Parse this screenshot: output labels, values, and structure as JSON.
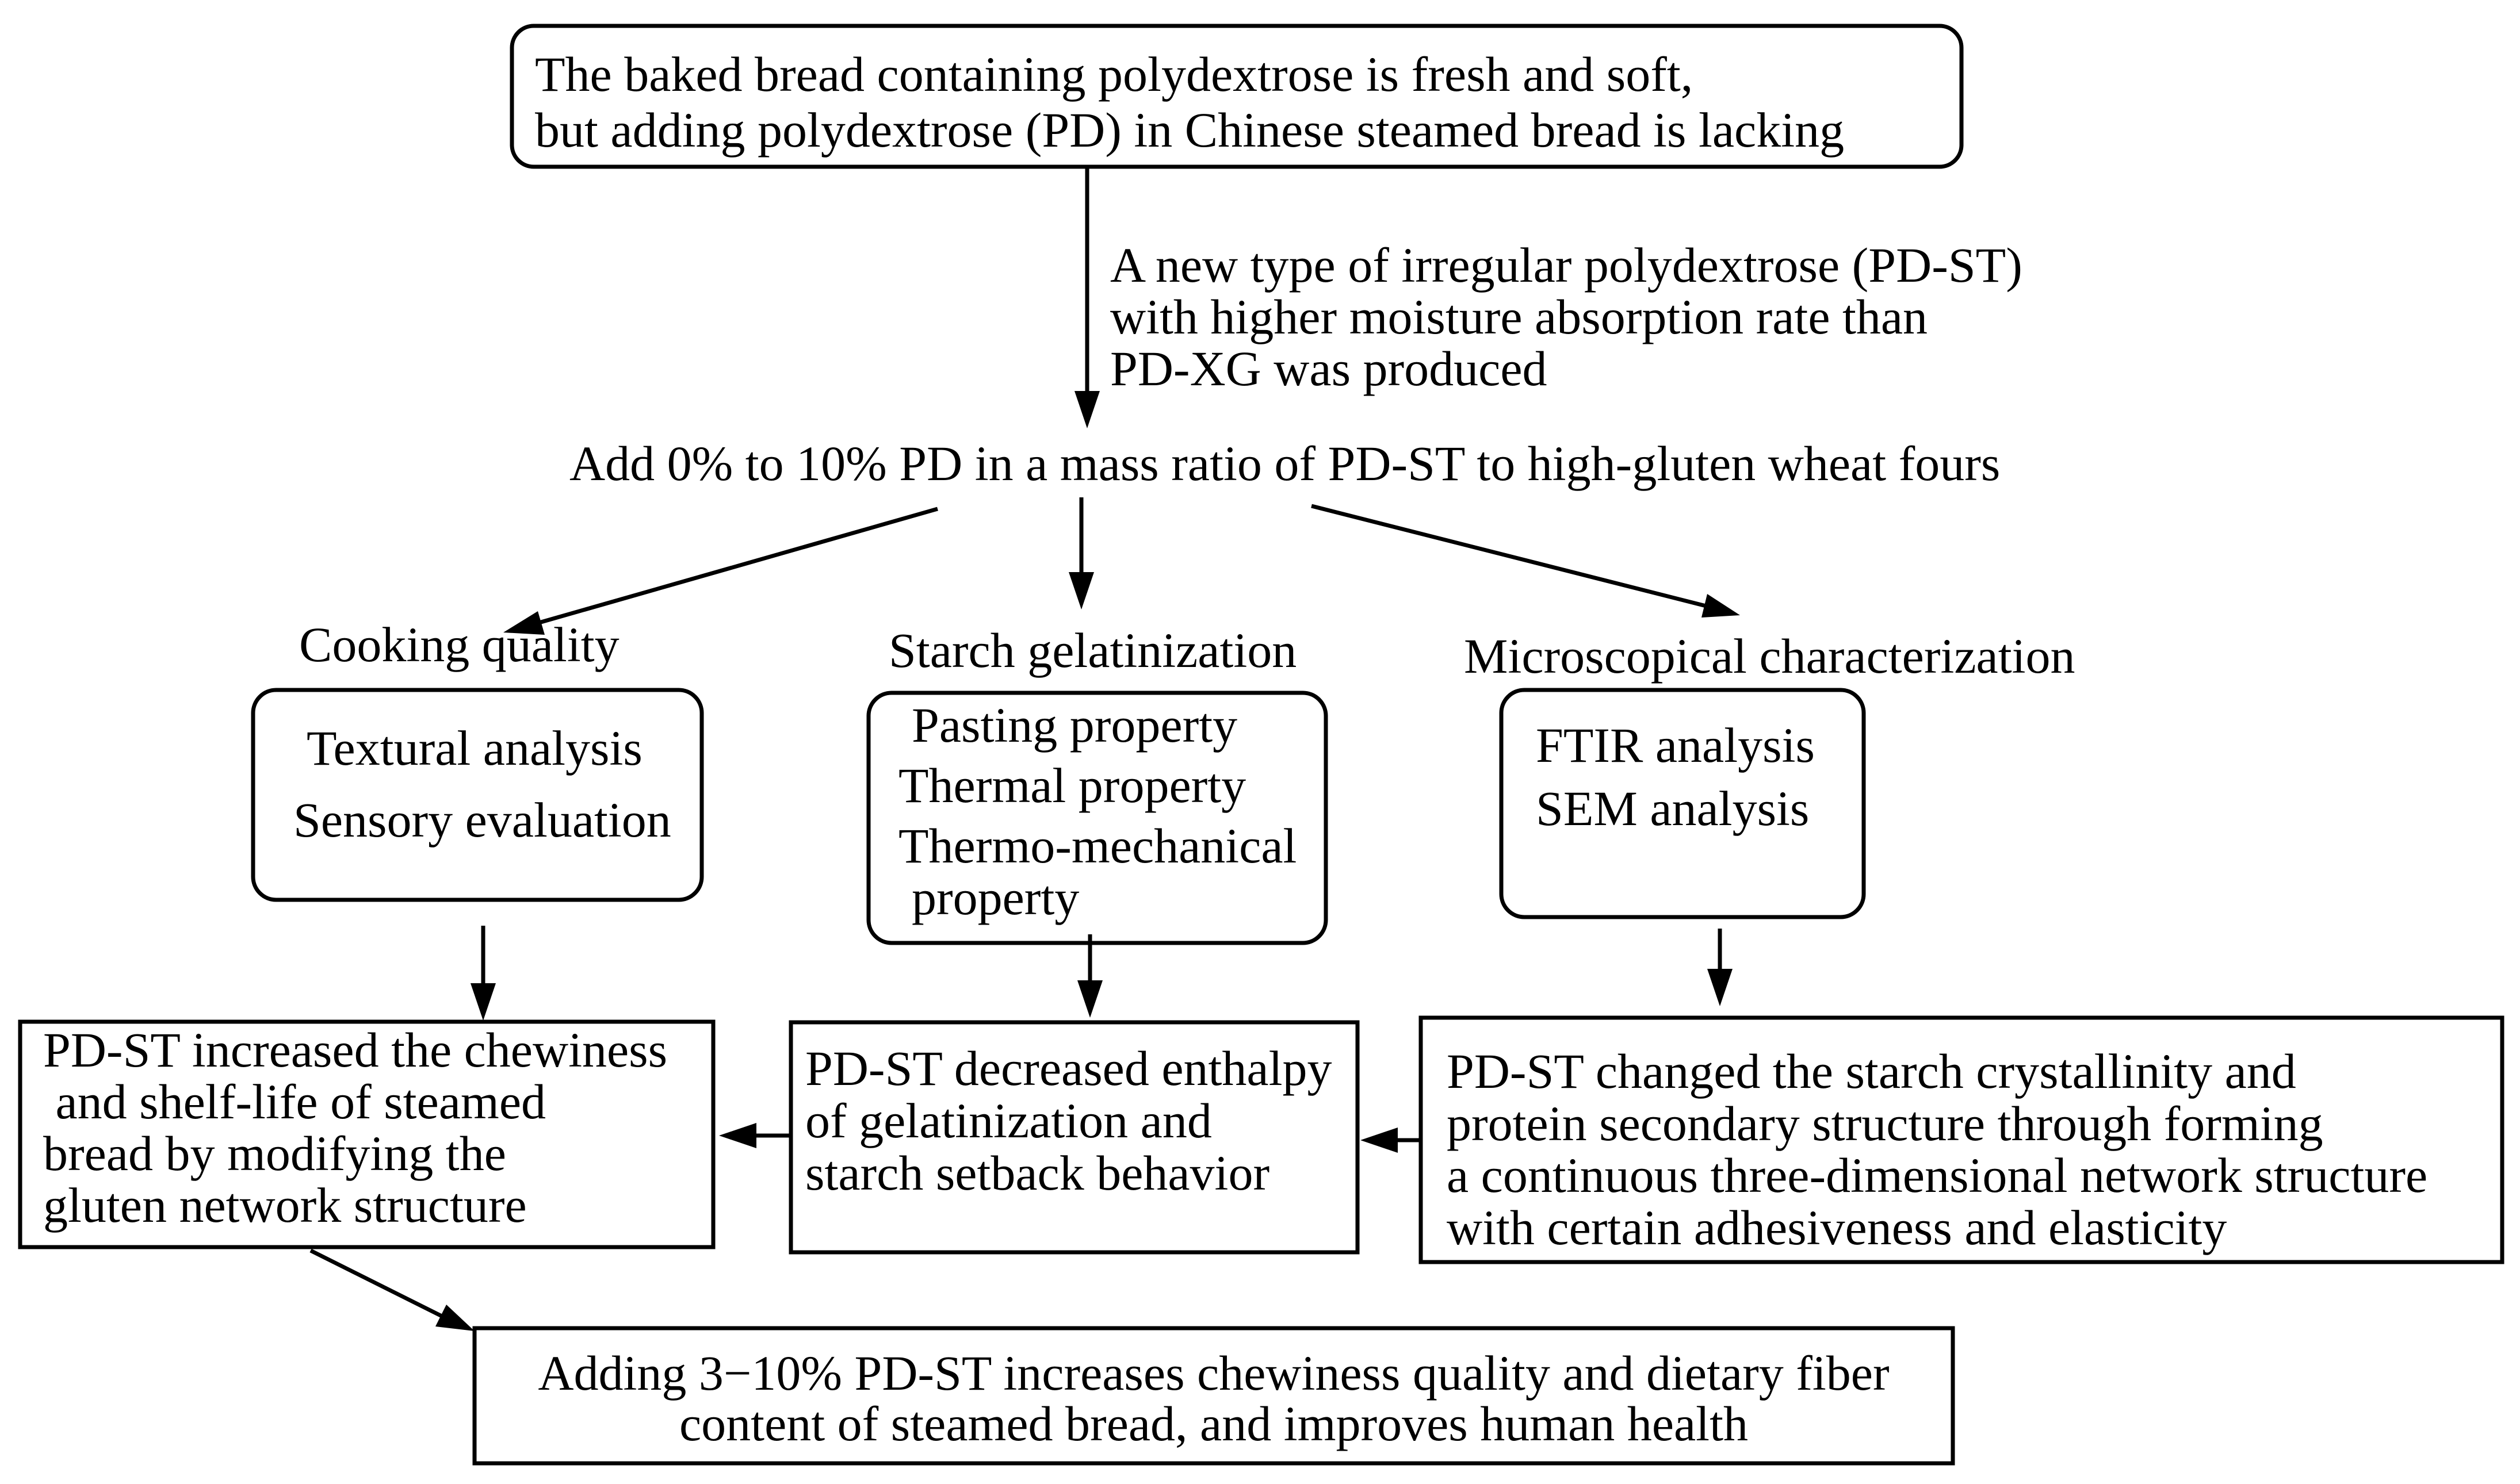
{
  "colors": {
    "ink": "#000000",
    "background": "#ffffff"
  },
  "top_box": {
    "lines": [
      "The baked bread containing polydextrose is fresh and soft,",
      "but adding polydextrose (PD) in Chinese steamed bread is lacking"
    ]
  },
  "arrow_note": {
    "lines": [
      "A new type of irregular polydextrose (PD-ST)",
      "with higher moisture absorption rate than",
      "PD-XG was produced"
    ]
  },
  "method_text": "Add 0% to 10% PD in a mass ratio of PD-ST to high-gluten wheat fours",
  "branches": [
    {
      "title": "Cooking quality",
      "items": [
        "Textural analysis",
        "Sensory evaluation"
      ]
    },
    {
      "title": "Starch gelatinization",
      "items": [
        "Pasting property",
        "Thermal property",
        "Thermo-mechanical",
        "property"
      ]
    },
    {
      "title": "Microscopical characterization",
      "items": [
        "FTIR analysis",
        "SEM analysis"
      ]
    }
  ],
  "results": [
    {
      "lines": [
        "PD-ST increased the chewiness",
        " and shelf-life of steamed",
        "bread by modifying the",
        "gluten network structure"
      ]
    },
    {
      "lines": [
        "PD-ST decreased enthalpy",
        "of gelatinization and",
        "starch setback behavior"
      ]
    },
    {
      "lines": [
        "PD-ST changed the starch crystallinity and",
        "protein secondary structure through forming",
        "a continuous three-dimensional network structure",
        "with certain adhesiveness and elasticity"
      ]
    }
  ],
  "conclusion": {
    "lines": [
      "Adding 3−10% PD-ST increases chewiness quality and dietary fiber",
      "content of steamed bread, and improves human health"
    ]
  }
}
